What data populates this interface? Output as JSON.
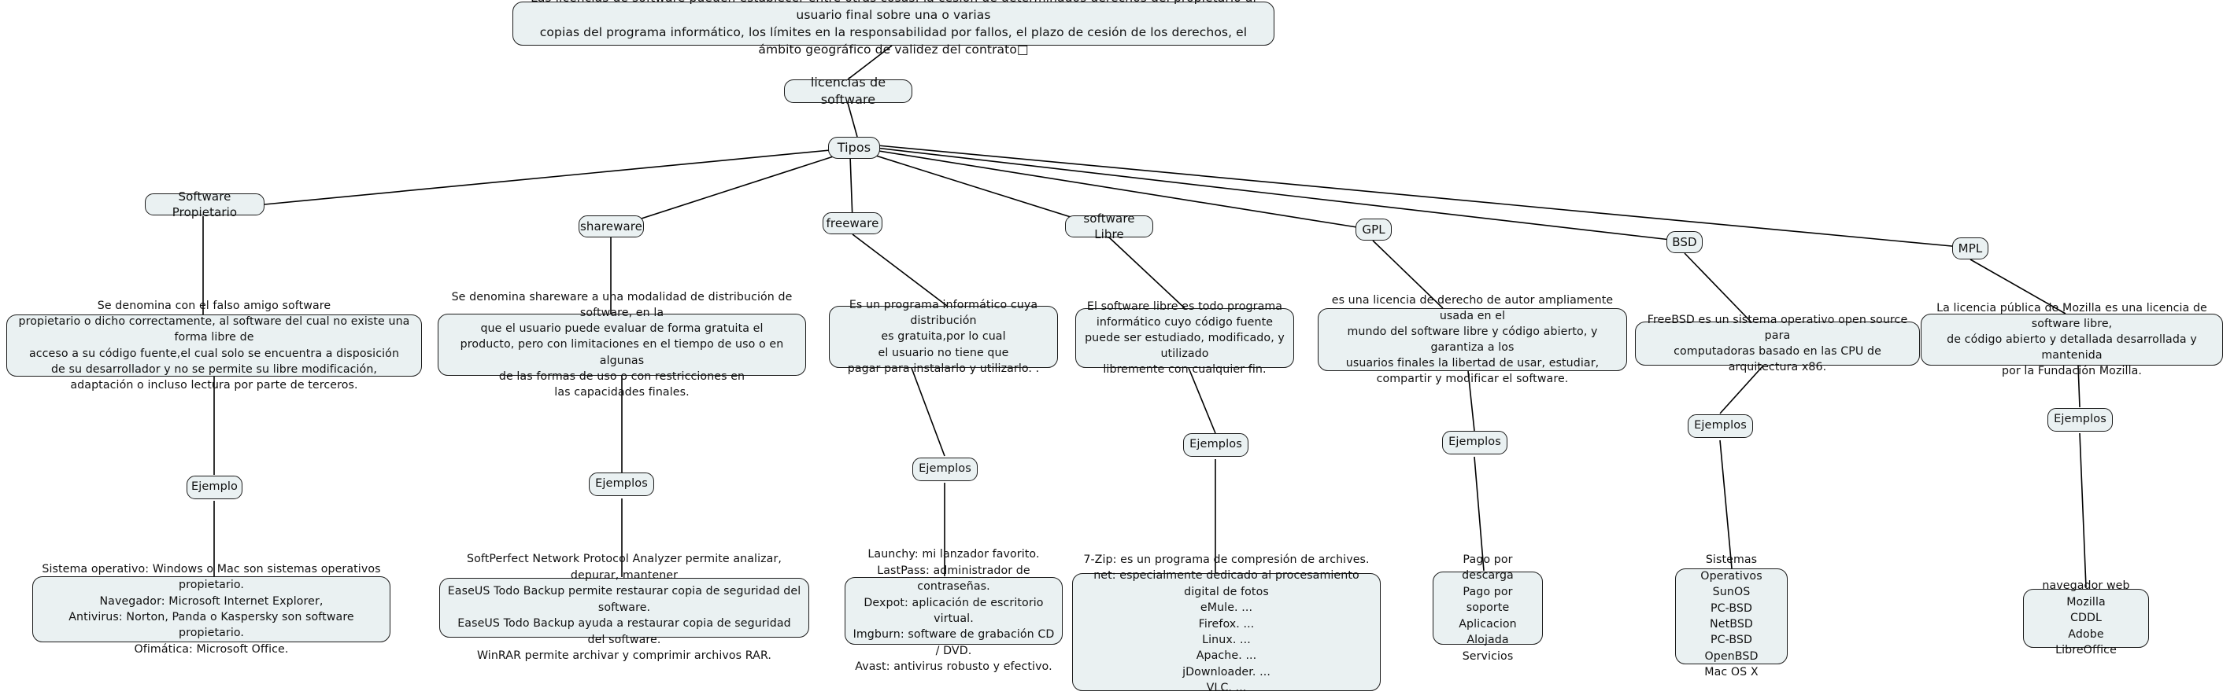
{
  "diagram": {
    "title": "Mapa conceptual: licencias de software",
    "style": {
      "node_fill": "#eaf1f2",
      "node_border": "#1b1b1b",
      "edge_color": "#000000",
      "canvas_background": "#ffffff",
      "text_color": "#111111"
    },
    "nodes": {
      "root_statement": "Las licencias de software pueden establecer entre otras cosas: la cesión de determinados derechos del propietario al usuario final sobre una o varias\ncopias del programa informático, los límites en la responsabilidad por fallos, el plazo de cesión de los derechos, el ámbito geográfico de validez del contrato□",
      "central_topic": "licencias de software",
      "types_node": "Tipos",
      "type_propietario": "Software Propietario",
      "type_shareware": "shareware",
      "type_freeware": "freeware",
      "type_software_libre": "software Libre",
      "type_gpl": "GPL",
      "type_bsd": "BSD",
      "type_mpl": "MPL",
      "desc_propietario": "Se denomina con el falso amigo software\npropietario o dicho correctamente,  al software del cual no existe una forma libre de\nacceso a su código fuente,el cual solo se encuentra a disposición\nde su desarrollador y no se permite su libre modificación,\nadaptación o incluso lectura por parte de terceros.",
      "desc_shareware": "Se denomina shareware a una modalidad de distribución de software, en la\nque el usuario puede evaluar de forma gratuita el\nproducto, pero con limitaciones en el tiempo de uso o en algunas\nde las formas de uso o con restricciones en\nlas capacidades finales.",
      "desc_freeware": "Es un programa informático cuya distribución\nes gratuita,por lo cual\nel usuario no tiene que\npagar para instalarlo y utilizarlo. .",
      "desc_software_libre": "El software libre es todo programa\ninformático cuyo código fuente\npuede ser estudiado, modificado, y utilizado\nlibremente con cualquier fin.",
      "desc_gpl": "es una licencia de derecho de autor ampliamente usada en el\nmundo del software libre y código abierto,  y garantiza a los\nusuarios finales la libertad de usar, estudiar,\ncompartir y modificar el software.",
      "desc_bsd": "FreeBSD es un sistema operativo open source para\ncomputadoras basado en las CPU de arquitectura x86.",
      "desc_mpl": "La licencia pública de Mozilla es una licencia de software libre,\nde código abierto y detallada desarrollada y mantenida\npor la Fundación Mozilla.",
      "label_ejemplo_propietario": "Ejemplo",
      "label_ejemplos_shareware": "Ejemplos",
      "label_ejemplos_freeware": "Ejemplos",
      "label_ejemplos_software_libre": "Ejemplos",
      "label_ejemplos_gpl": "Ejemplos",
      "label_ejemplos_bsd": "Ejemplos",
      "label_ejemplos_mpl": "Ejemplos",
      "leaf_propietario": "Sistema operativo: Windows o Mac son sistemas operativos propietario.\nNavegador: Microsoft Internet Explorer,\nAntivirus: Norton, Panda o Kaspersky son software propietario.\nOfimática: Microsoft Office.",
      "leaf_shareware": "SoftPerfect Network Protocol Analyzer permite analizar, depurar, mantener\nEaseUS Todo Backup permite restaurar copia de seguridad del software.\nEaseUS Todo Backup ayuda a restaurar copia de seguridad del software.\nWinRAR permite archivar y comprimir archivos RAR.",
      "leaf_freeware": "Launchy: mi lanzador favorito.\nLastPass: administrador de contraseñas.\nDexpot: aplicación de escritorio virtual.\nImgburn: software de grabación CD / DVD.\nAvast: antivirus robusto y efectivo.",
      "leaf_software_libre": "7-Zip: es un programa de compresión de archives.\nnet: especialmente dedicado al procesamiento digital de fotos\neMule. ...\nFirefox. ...\nLinux. ...\nApache. ...\njDownloader. ...\nVLC. ...\nOpenOffice.org.",
      "leaf_gpl": "Pago por descarga\nPago por soporte\nAplicacion Alojada\nServicios",
      "leaf_bsd": "Sistemas Operativos\nSunOS\nPC-BSD\nNetBSD\nPC-BSD\nOpenBSD\nMac OS X",
      "leaf_mpl": "navegador web Mozilla\nCDDL\nAdobe\nLibreOffice"
    }
  }
}
